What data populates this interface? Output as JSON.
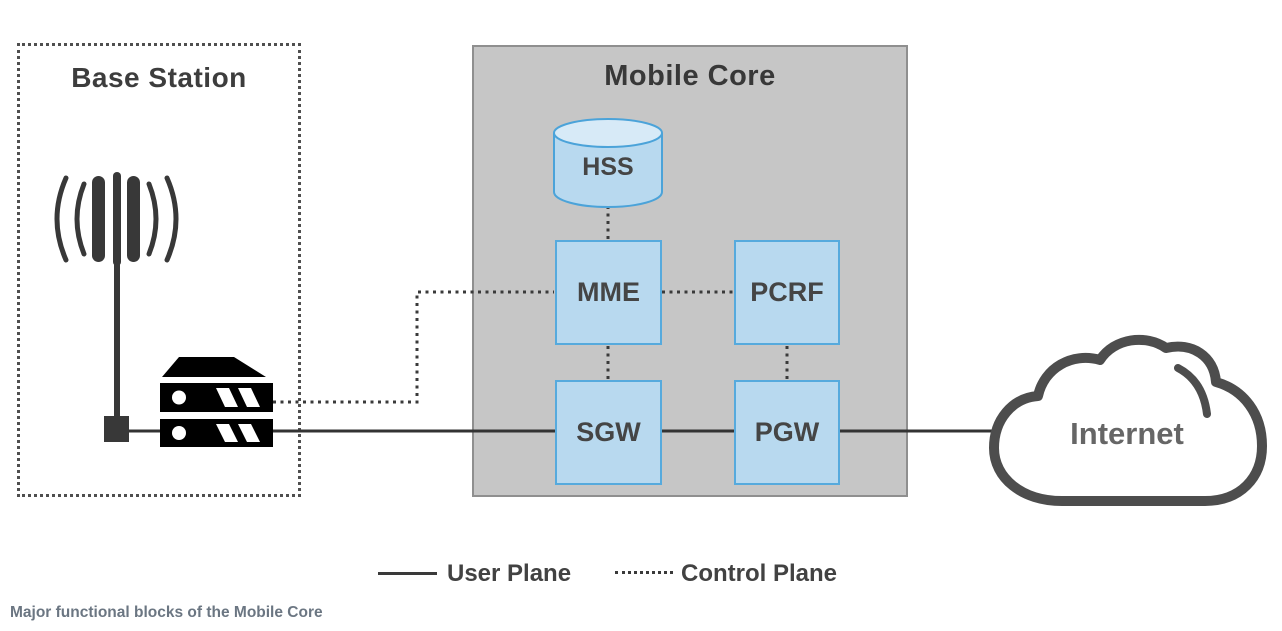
{
  "diagram": {
    "base_station": {
      "title": "Base Station"
    },
    "mobile_core": {
      "title": "Mobile Core",
      "nodes": {
        "hss": "HSS",
        "mme": "MME",
        "pcrf": "PCRF",
        "sgw": "SGW",
        "pgw": "PGW"
      }
    },
    "internet": {
      "label": "Internet"
    }
  },
  "legend": {
    "user_plane": "User Plane",
    "control_plane": "Control Plane"
  },
  "caption": "Major functional blocks of the Mobile Core",
  "colors": {
    "node_fill": "#b8d9ef",
    "node_border": "#56aadd",
    "cylinder_top_fill": "#d7eaf7",
    "core_background": "#c6c6c6",
    "core_border": "#8f8f8f",
    "line": "#333333",
    "dark_text": "#3d3d3d",
    "cloud_stroke": "#4d4d4d",
    "internet_text": "#666666",
    "caption_text": "#6b7682"
  }
}
